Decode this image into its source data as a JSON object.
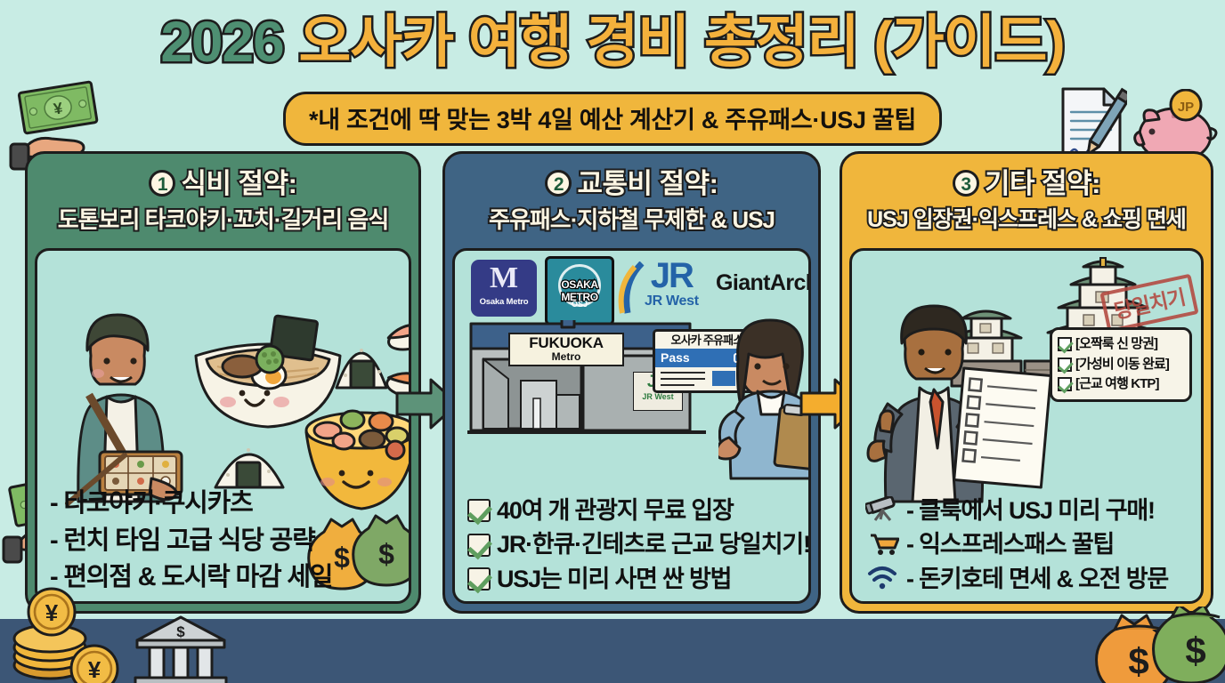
{
  "page": {
    "bg_color": "#c8ece4",
    "strip_color": "#3c5676"
  },
  "header": {
    "title_year": "2026",
    "title_rest": "오사카 여행 경비 총정리 (가이드)",
    "title_color_year": "#4e8f72",
    "title_color_rest": "#f4b13c",
    "subtitle": "*내 조건에 딱 맞는 3박 4일 예산 계산기 & 주유패스·USJ 꿀팁",
    "subtitle_bg": "#f0b63c"
  },
  "columns": [
    {
      "number": "❶",
      "number_plain": "1",
      "heading": "식비 절약:",
      "subheading": "도톤보리 타코야키·꼬치·길거리 음식",
      "panel_color": "#4e8a6e",
      "bullets": [
        {
          "marker": "dash",
          "text": "- 타코야키·쿠시카츠"
        },
        {
          "marker": "dash",
          "text": "- 런치 타임 고급 식당 공략"
        },
        {
          "marker": "dash",
          "text": "- 편의점 & 도시락 마감 세일"
        }
      ],
      "art": [
        "traveler-with-bento",
        "ramen-bowl",
        "onigiri",
        "sushi",
        "donburi-bowl",
        "money-bags"
      ]
    },
    {
      "number": "❷",
      "number_plain": "2",
      "heading": "교통비 절약:",
      "subheading": "주유패스·지하철 무제한 & USJ",
      "panel_color": "#3f6484",
      "logos": [
        {
          "name": "osaka-metro-logo",
          "mark": "M",
          "caption": "Osaka Metro"
        },
        {
          "name": "osaka-osj-sign",
          "line1": "OSAKA METRO",
          "line2": "OSJ"
        },
        {
          "name": "jr-west-logo",
          "mark": "JR",
          "caption": "JR West"
        },
        {
          "name": "giant-archive-wordmark",
          "text": "GiantArchive"
        }
      ],
      "station": {
        "sign_main": "FUKUOKA",
        "sign_sub": "Metro",
        "side_sign_mark": "JR",
        "side_sign_sub": "JR West"
      },
      "pass_card": {
        "title": "오사카 주유패스",
        "band": "Pass"
      },
      "bullets": [
        {
          "marker": "check",
          "text": "40여 개 관광지 무료 입장"
        },
        {
          "marker": "check",
          "text": "JR·한큐·긴테츠로 근교 당일치기!"
        },
        {
          "marker": "check",
          "text": "USJ는 미리 사면 싼 방법"
        }
      ]
    },
    {
      "number": "❸",
      "number_plain": "3",
      "heading": "기타 절약:",
      "subheading": "USJ 입장권·익스프레스 & 쇼핑 면세",
      "panel_color": "#f0b63c",
      "stamp": "당일치기",
      "stamp_color": "#b3483f",
      "checklist": [
        "[오짝룩 신 망권]",
        "[가성비 이동 완료]",
        "[근교 여행 KTP]"
      ],
      "bullets": [
        {
          "marker": "telescope",
          "icon": "telescope-icon",
          "text": "- 클룩에서 USJ 미리 구매!"
        },
        {
          "marker": "cart",
          "icon": "shopping-cart-icon",
          "text": "- 익스프레스패스 꿀팁"
        },
        {
          "marker": "wifi",
          "icon": "wifi-icon",
          "text": "- 돈키호테 면세 & 오전 방문"
        }
      ]
    }
  ],
  "arrows": [
    {
      "name": "arrow-col1-to-col2",
      "color": "#5d9379"
    },
    {
      "name": "arrow-col2-to-col3",
      "color": "#f4ad2e"
    }
  ],
  "decorations": {
    "top_left": "hand-holding-yen-banknote",
    "left_mid": "hand-holding-yen-banknote",
    "top_right_document": "document-with-pencil",
    "top_right_piggy": "piggy-bank-with-jp-coin",
    "piggy_coin_label": "JP",
    "bottom_left_coins": "yen-coin-stack",
    "coin_symbol": "¥",
    "bottom_left_bank": "bank-building-icon",
    "bank_symbol": "$",
    "bottom_right_bags": "money-bags",
    "bag_symbol": "$"
  }
}
